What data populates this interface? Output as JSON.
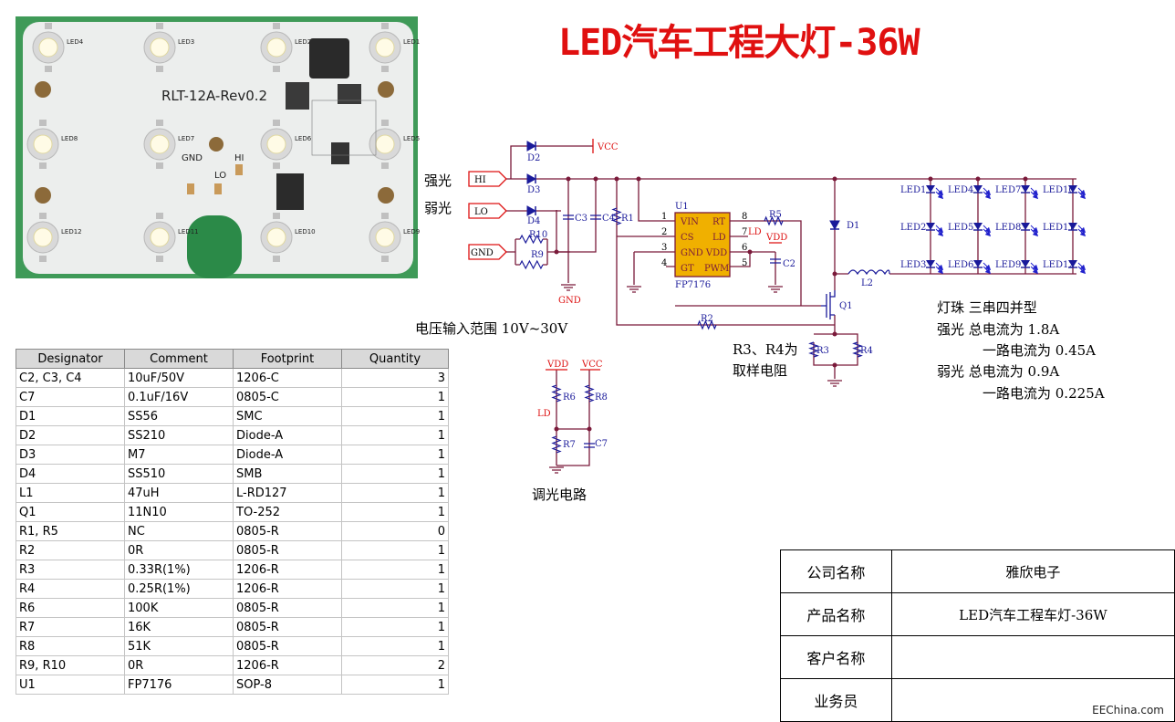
{
  "title": "LED汽车工程大灯-36W",
  "board": {
    "name": "RLT-12A-Rev0.2",
    "silk": [
      "LED1",
      "LED2",
      "LED3",
      "LED4",
      "LED5",
      "LED6",
      "LED7",
      "LED8",
      "LED9",
      "LED10",
      "LED11",
      "LED12",
      "GND",
      "LO",
      "HI"
    ]
  },
  "schematic": {
    "inputs": {
      "hi": "HI",
      "lo": "LO",
      "gnd": "GND"
    },
    "input_labels": {
      "strong": "强光",
      "weak": "弱光"
    },
    "nets": {
      "vcc": "VCC",
      "vdd": "VDD",
      "gnd": "GND",
      "ld": "LD"
    },
    "components": {
      "d1": "D1",
      "d2": "D2",
      "d3": "D3",
      "d4": "D4",
      "c2": "C2",
      "c3": "C3",
      "c4": "C4",
      "c7": "C7",
      "r1": "R1",
      "r2": "R2",
      "r3": "R3",
      "r4": "R4",
      "r5": "R5",
      "r6": "R6",
      "r7": "R7",
      "r8": "R8",
      "r9": "R9",
      "r10": "R10",
      "l2": "L2",
      "q1": "Q1",
      "u1": "U1",
      "u1_part": "FP7176"
    },
    "ic_pins": {
      "vin": "VIN",
      "cs": "CS",
      "gndvdd": "GND VDD",
      "gt": "GT",
      "rt": "RT",
      "ld": "LD",
      "pwm": "PWM",
      "n1": "1",
      "n2": "2",
      "n3": "3",
      "n4": "4",
      "n5": "5",
      "n6": "6",
      "n7": "7",
      "n8": "8"
    },
    "leds": [
      "LED1",
      "LED2",
      "LED3",
      "LED4",
      "LED5",
      "LED6",
      "LED7",
      "LED8",
      "LED9",
      "LED10",
      "LED11",
      "LED12"
    ],
    "notes": {
      "voltage": "电压输入范围 10V~30V",
      "sense_1": "R3、R4为",
      "sense_2": "取样电阻",
      "dimming": "调光电路",
      "config": "灯珠  三串四并型",
      "strong_total": "强光  总电流为 1.8A",
      "strong_path": "一路电流为 0.45A",
      "weak_total": "弱光  总电流为 0.9A",
      "weak_path": "一路电流为 0.225A"
    }
  },
  "bom": {
    "headers": [
      "Designator",
      "Comment",
      "Footprint",
      "Quantity"
    ],
    "rows": [
      [
        "C2, C3, C4",
        "10uF/50V",
        "1206-C",
        "3"
      ],
      [
        "C7",
        "0.1uF/16V",
        "0805-C",
        "1"
      ],
      [
        "D1",
        "SS56",
        "SMC",
        "1"
      ],
      [
        "D2",
        "SS210",
        "Diode-A",
        "1"
      ],
      [
        "D3",
        "M7",
        "Diode-A",
        "1"
      ],
      [
        "D4",
        "SS510",
        "SMB",
        "1"
      ],
      [
        "L1",
        "47uH",
        "L-RD127",
        "1"
      ],
      [
        "Q1",
        "11N10",
        "TO-252",
        "1"
      ],
      [
        "R1, R5",
        "NC",
        "0805-R",
        "0"
      ],
      [
        "R2",
        "0R",
        "0805-R",
        "1"
      ],
      [
        "R3",
        "0.33R(1%)",
        "1206-R",
        "1"
      ],
      [
        "R4",
        "0.25R(1%)",
        "1206-R",
        "1"
      ],
      [
        "R6",
        "100K",
        "0805-R",
        "1"
      ],
      [
        "R7",
        "16K",
        "0805-R",
        "1"
      ],
      [
        "R8",
        "51K",
        "0805-R",
        "1"
      ],
      [
        "R9, R10",
        "0R",
        "1206-R",
        "2"
      ],
      [
        "U1",
        "FP7176",
        "SOP-8",
        "1"
      ]
    ]
  },
  "info_table": [
    {
      "key": "公司名称",
      "value": "雅欣电子"
    },
    {
      "key": "产品名称",
      "value": "LED汽车工程车灯-36W"
    },
    {
      "key": "客户名称",
      "value": ""
    },
    {
      "key": "业务员",
      "value": ""
    }
  ],
  "watermark": "EEChina.com"
}
